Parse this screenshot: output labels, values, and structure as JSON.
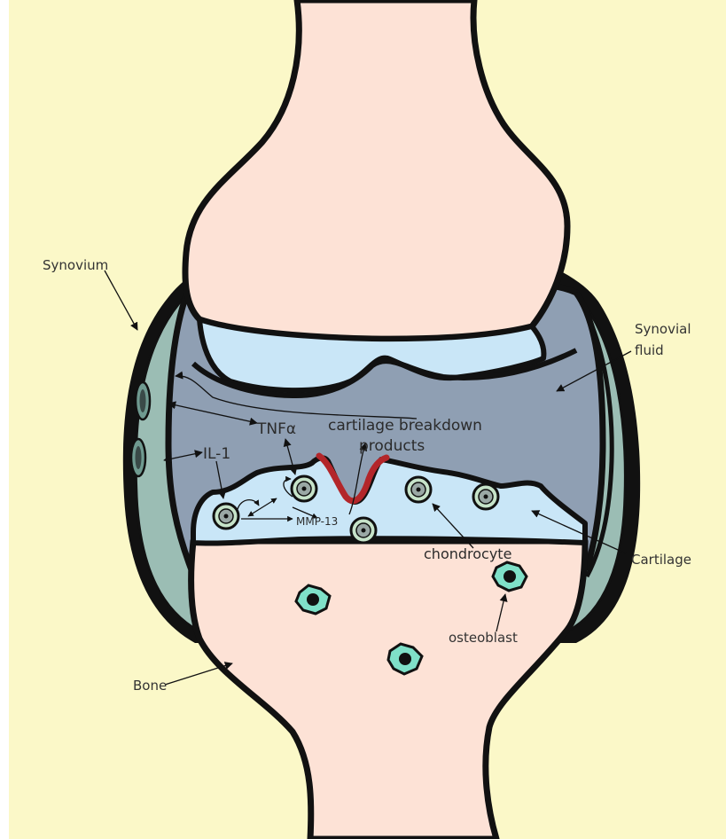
{
  "labels": {
    "synovium": "Synovium",
    "synovial_fluid_1": "Synovial",
    "synovial_fluid_2": "fluid",
    "tnf": "TNFα",
    "cartilage_breakdown_1": "cartilage breakdown",
    "cartilage_breakdown_2": "products",
    "il1": "IL-1",
    "mmp13": "MMP-13",
    "chondrocyte": "chondrocyte",
    "cartilage": "Cartilage",
    "osteoblast": "osteoblast",
    "bone": "Bone"
  },
  "colors": {
    "background": "#fbf8c8",
    "bone": "#fde2d6",
    "synovial_fluid": "#8f9fb3",
    "cartilage": "#c9e6f7",
    "synovium": "#9bbdb4",
    "osteoblast": "#7fe0c8",
    "breakdown": "#b3262a",
    "outline": "#111111"
  }
}
